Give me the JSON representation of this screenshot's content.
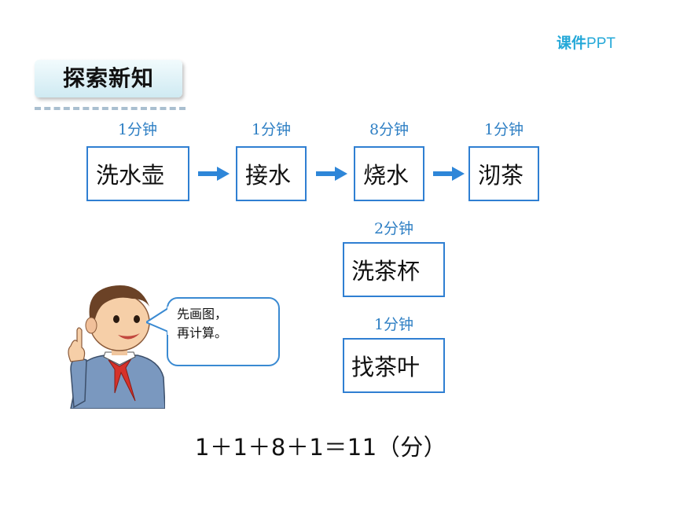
{
  "brand": {
    "bold": "课件",
    "normal": "PPT"
  },
  "section_title": "探索新知",
  "top_steps": [
    {
      "time": "1分钟",
      "label": "洗水壶"
    },
    {
      "time": "1分钟",
      "label": "接水"
    },
    {
      "time": "8分钟",
      "label": "烧水"
    },
    {
      "time": "1分钟",
      "label": "沏茶"
    }
  ],
  "parallel_steps": [
    {
      "time": "2分钟",
      "label": "洗茶杯"
    },
    {
      "time": "1分钟",
      "label": "找茶叶"
    }
  ],
  "speech": {
    "line1": "先画图，",
    "line2": "再计算。"
  },
  "equation": "1＋1＋8＋1＝11（分）",
  "colors": {
    "box_border": "#2f7fd2",
    "arrow": "#2e86d8",
    "time_text": "#2e7fc4"
  }
}
